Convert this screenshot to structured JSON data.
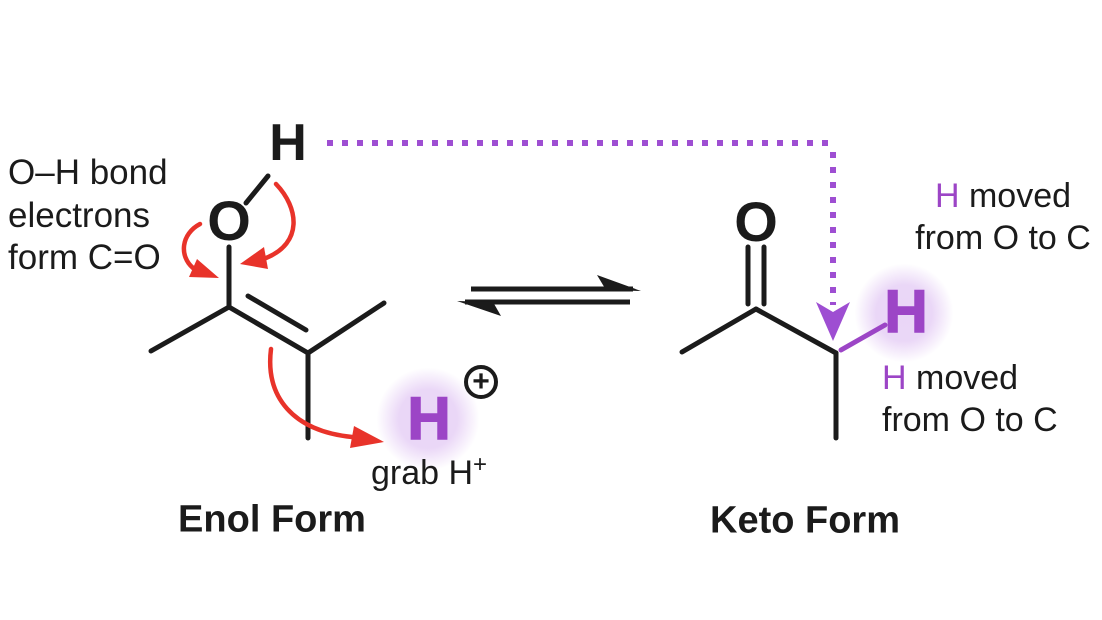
{
  "colors": {
    "background": "#ffffff",
    "black": "#1b1b1b",
    "red": "#e8332a",
    "purple": "#9c45c6",
    "purple_dots": "#9e4ed2",
    "glow": "#e9d6f7"
  },
  "annotation_left": {
    "line1": "O–H bond",
    "line2": "electrons",
    "line3": "form C=O"
  },
  "enol": {
    "hydroxyl_h": "H",
    "oxygen": "O",
    "proton": "H",
    "charge": "+",
    "grab_text": "grab H",
    "grab_sup": "+",
    "form_label": "Enol Form"
  },
  "keto": {
    "oxygen": "O",
    "proton": "H",
    "form_label": "Keto Form"
  },
  "note_top_right": {
    "h": "H",
    "rest": " moved",
    "line2": "from O to C"
  },
  "note_bottom_right": {
    "h": "H",
    "rest": " moved",
    "line2": "from O to C"
  }
}
